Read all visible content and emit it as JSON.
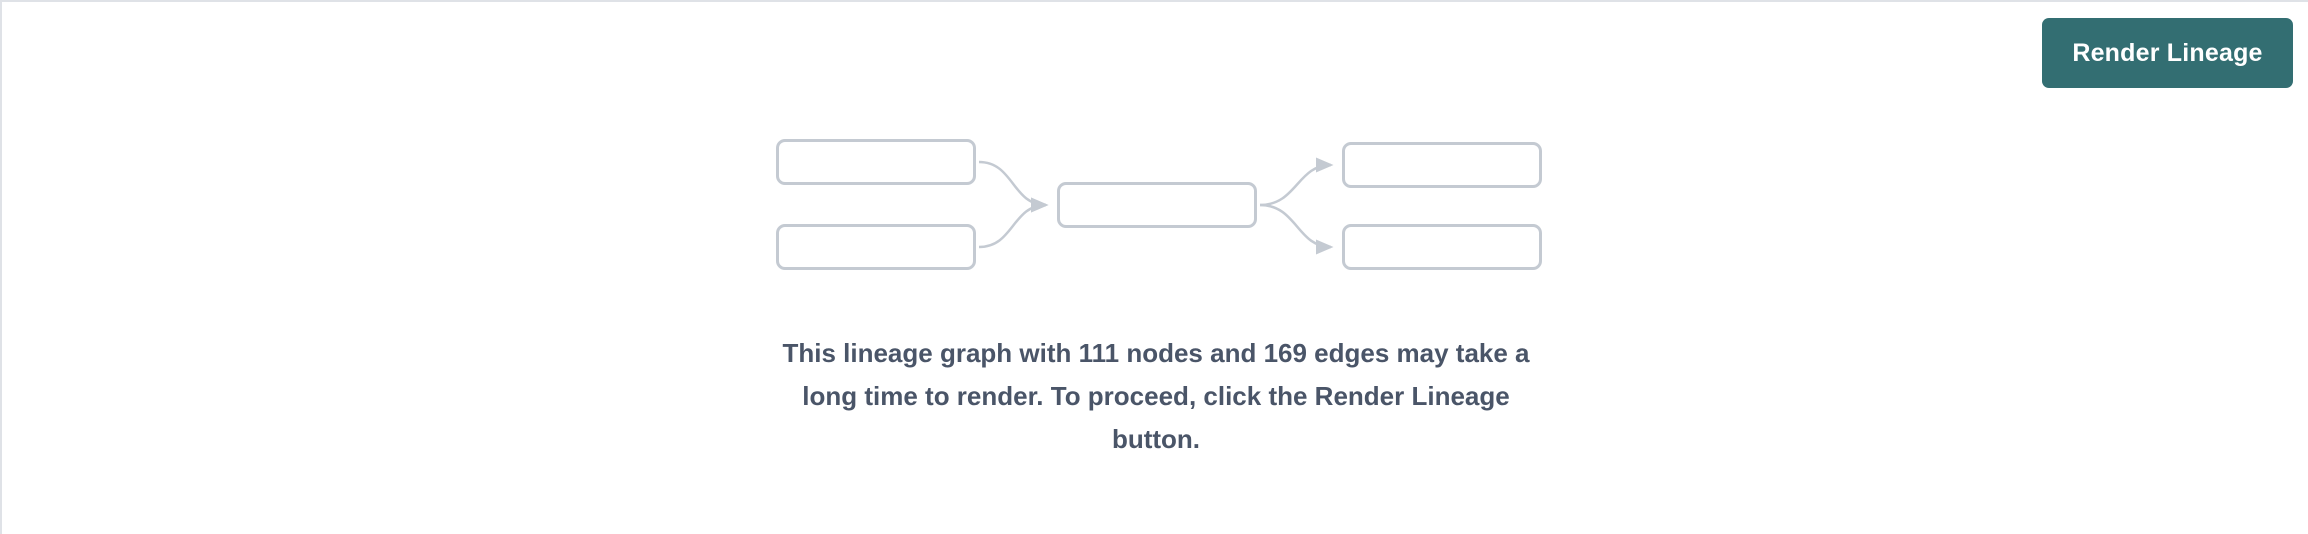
{
  "panel": {
    "background_color": "#ffffff",
    "border_color": "#dfe2e7"
  },
  "toolbar": {
    "render_lineage_label": "Render Lineage",
    "button_color": "#336e72",
    "button_text_color": "#ffffff"
  },
  "graph_placeholder": {
    "node_border_color": "#c4cad2",
    "edge_color": "#c4cad2",
    "nodes": [
      {
        "id": "source-1",
        "label": ""
      },
      {
        "id": "source-2",
        "label": ""
      },
      {
        "id": "center",
        "label": ""
      },
      {
        "id": "target-1",
        "label": ""
      },
      {
        "id": "target-2",
        "label": ""
      }
    ],
    "edges": [
      {
        "from": "source-1",
        "to": "center"
      },
      {
        "from": "source-2",
        "to": "center"
      },
      {
        "from": "center",
        "to": "target-1"
      },
      {
        "from": "center",
        "to": "target-2"
      }
    ]
  },
  "message": {
    "text": "This lineage graph with 111 nodes and 169 edges may take a long time to render. To proceed, click the Render Lineage button.",
    "node_count": 111,
    "edge_count": 169,
    "text_color": "#4a5568"
  }
}
